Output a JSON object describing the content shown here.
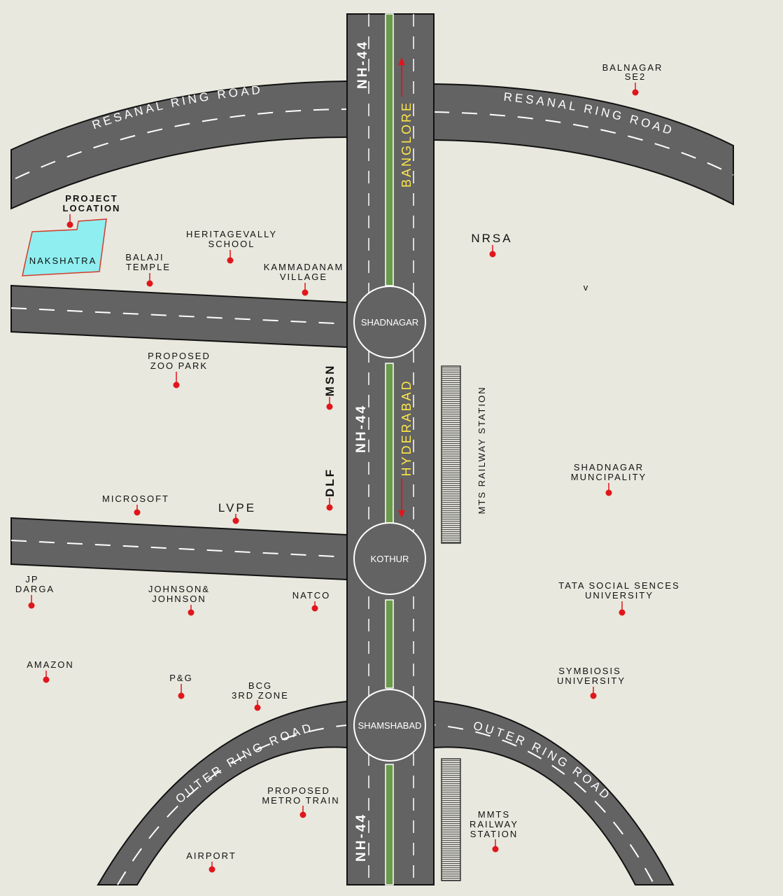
{
  "colors": {
    "background": "#e8e8de",
    "road": "#636363",
    "median": "#6a9a4a",
    "marker": "#e0161c",
    "project_fill": "#8feef0",
    "project_border": "#d23b2b",
    "direction_text": "#ffe74a",
    "arrow": "#e0161c"
  },
  "roads": {
    "nh44_top": "NH-44",
    "nh44_mid": "NH-44",
    "nh44_bottom": "NH-44",
    "resanal_left": "RESANAL RING ROAD",
    "resanal_right": "RESANAL RING ROAD",
    "outer_left": "OUTER RING ROAD",
    "outer_right": "OUTER RING ROAD"
  },
  "directions": {
    "north": "BANGLORE",
    "south": "HYDERABAD"
  },
  "roundabouts": {
    "shadnagar": "SHADNAGAR",
    "kothur": "KOTHUR",
    "shamshabad": "SHAMSHABAD"
  },
  "rail": {
    "mts_station": "MTS RAILWAY STATION"
  },
  "project": {
    "heading": [
      "PROJECT",
      "LOCATION"
    ],
    "name": "NAKSHATRA"
  },
  "landmarks": {
    "balnagar": [
      "BALNAGAR",
      "SE2"
    ],
    "heritage": [
      "HERITAGEVALLY",
      "SCHOOL"
    ],
    "balaji": [
      "BALAJI",
      "TEMPLE"
    ],
    "kammadanam": [
      "KAMMADANAM",
      "VILLAGE"
    ],
    "nrsa": "NRSA",
    "stray_mark": "v",
    "zoo": [
      "PROPOSED",
      "ZOO PARK"
    ],
    "msn": "MSN",
    "dlf": "DLF",
    "shadnagar_muncipality": [
      "SHADNAGAR",
      "MUNCIPALITY"
    ],
    "microsoft": "MICROSOFT",
    "lvpe": "LVPE",
    "jp_darga": [
      "JP",
      "DARGA"
    ],
    "johnson": [
      "JOHNSON&",
      "JOHNSON"
    ],
    "natco": "NATCO",
    "tata": [
      "TATA SOCIAL SENCES",
      "UNIVERSITY"
    ],
    "amazon": "AMAZON",
    "pg": "P&G",
    "bcg": [
      "BCG",
      "3RD ZONE"
    ],
    "symbiosis": [
      "SYMBIOSIS",
      "UNIVERSITY"
    ],
    "metro": [
      "PROPOSED",
      "METRO TRAIN"
    ],
    "mmts": [
      "MMTS",
      "RAILWAY",
      "STATION"
    ],
    "airport": "AIRPORT"
  }
}
